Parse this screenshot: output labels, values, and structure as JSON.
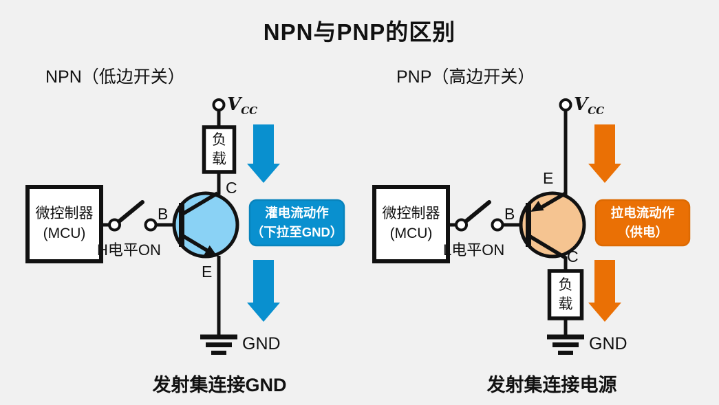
{
  "title": "NPN与PNP的区别",
  "colors": {
    "background": "#f1f1f1",
    "blue": "#0990cf",
    "orange": "#ea7005",
    "npn_fill": "#8ad2f5",
    "pnp_fill": "#f5c491",
    "line": "#111111"
  },
  "left": {
    "subtitle": "NPN（低边开关）",
    "mcu_line1": "微控制器",
    "mcu_line2": "(MCU)",
    "switch_label": "H电平ON",
    "base_label": "B",
    "collector_label": "C",
    "emitter_label": "E",
    "vcc_main": "V",
    "vcc_sub": "CC",
    "load_label": "负载",
    "gnd_label": "GND",
    "action_line1": "灌电流动作",
    "action_line2": "（下拉至GND）",
    "caption": "发射集连接GND"
  },
  "right": {
    "subtitle": "PNP（高边开关）",
    "mcu_line1": "微控制器",
    "mcu_line2": "(MCU)",
    "switch_label": "L电平ON",
    "base_label": "B",
    "collector_label": "C",
    "emitter_label": "E",
    "vcc_main": "V",
    "vcc_sub": "CC",
    "load_label": "负载",
    "gnd_label": "GND",
    "action_line1": "拉电流动作",
    "action_line2": "（供电）",
    "caption": "发射集连接电源"
  }
}
